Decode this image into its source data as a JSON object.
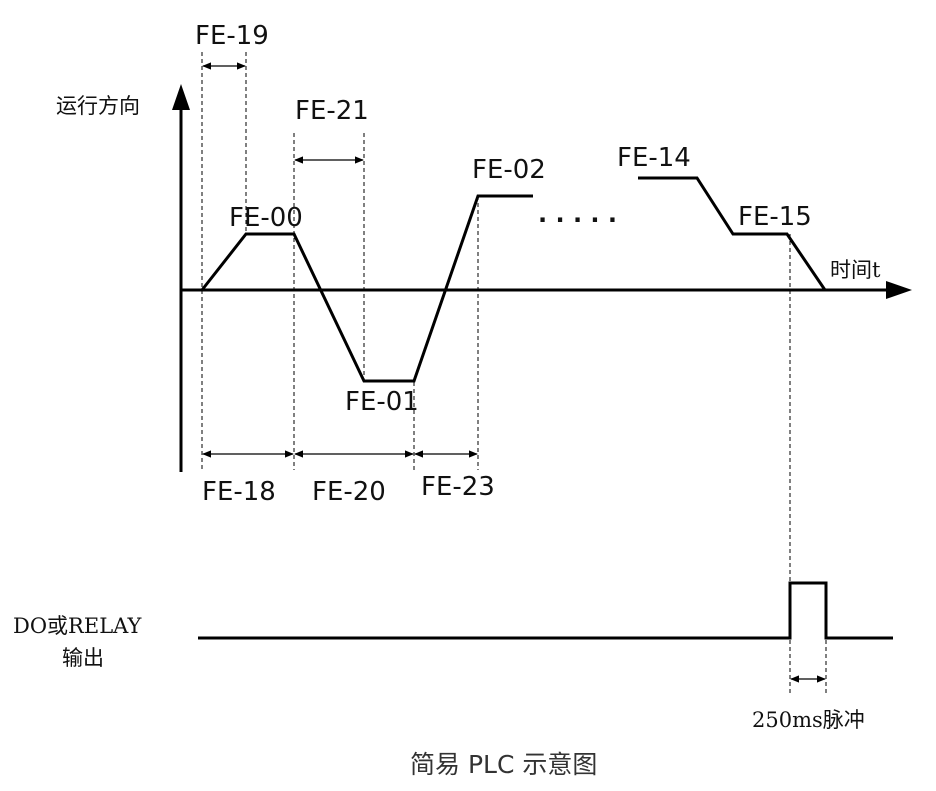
{
  "axis": {
    "y_label": "运行方向",
    "x_label": "时间t"
  },
  "segments": {
    "fe00": "FE-00",
    "fe01": "FE-01",
    "fe02": "FE-02",
    "fe14": "FE-14",
    "fe15": "FE-15"
  },
  "ellipsis": "· · · · ·",
  "intervals": {
    "fe19": "FE-19",
    "fe21": "FE-21",
    "fe18": "FE-18",
    "fe20": "FE-20",
    "fe23": "FE-23"
  },
  "output": {
    "label_line1": "DO或RELAY",
    "label_line2": "输出",
    "pulse_label": "250ms脉冲"
  },
  "caption": "简易 PLC 示意图"
}
